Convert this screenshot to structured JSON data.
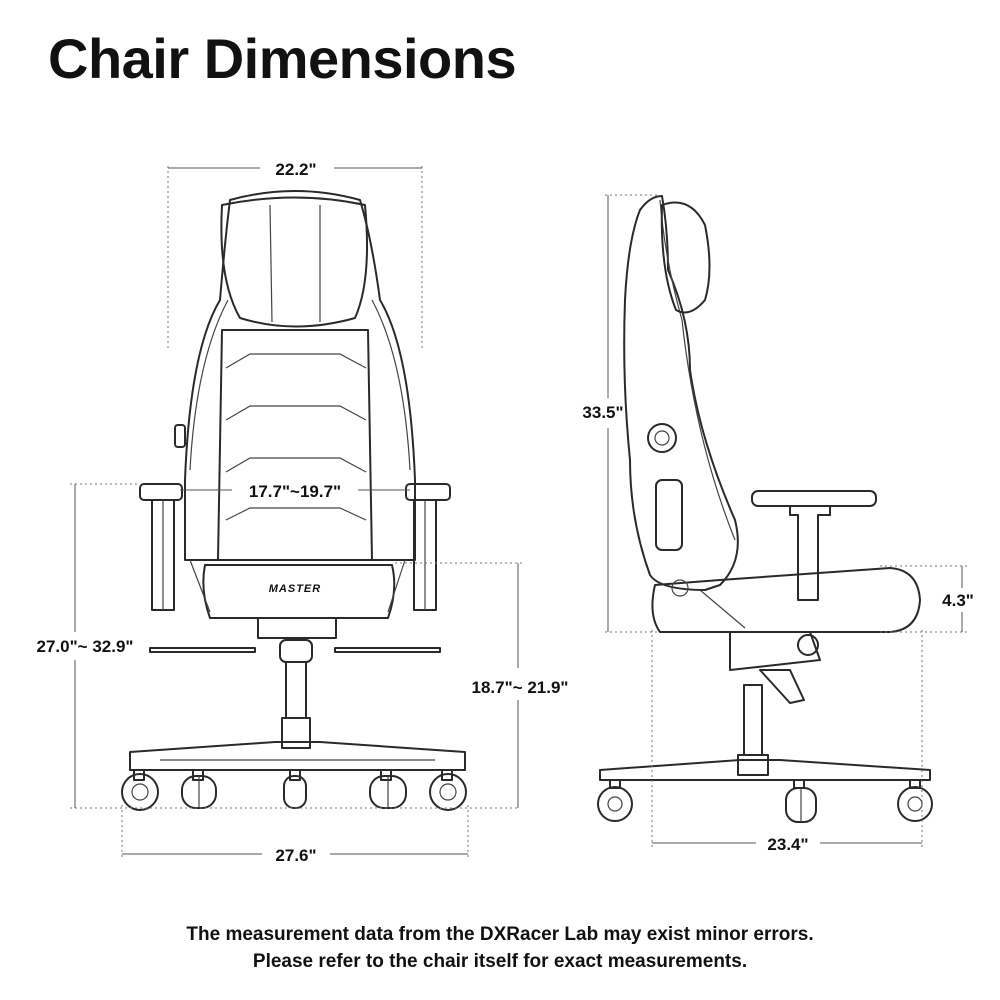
{
  "title": "Chair Dimensions",
  "front_view": {
    "seat_back_width": "22.2\"",
    "seat_width": "17.7\"~19.7\"",
    "armrest_height": "27.0\"~ 32.9\"",
    "seat_height": "18.7\"~ 21.9\"",
    "base_width": "27.6\"",
    "seat_logo": "MASTER"
  },
  "side_view": {
    "backrest_height": "33.5\"",
    "seat_thickness": "4.3\"",
    "base_depth": "23.4\""
  },
  "footnote": {
    "line1": "The measurement data from the DXRacer Lab may exist minor errors.",
    "line2": "Please refer to the chair itself for exact measurements."
  }
}
